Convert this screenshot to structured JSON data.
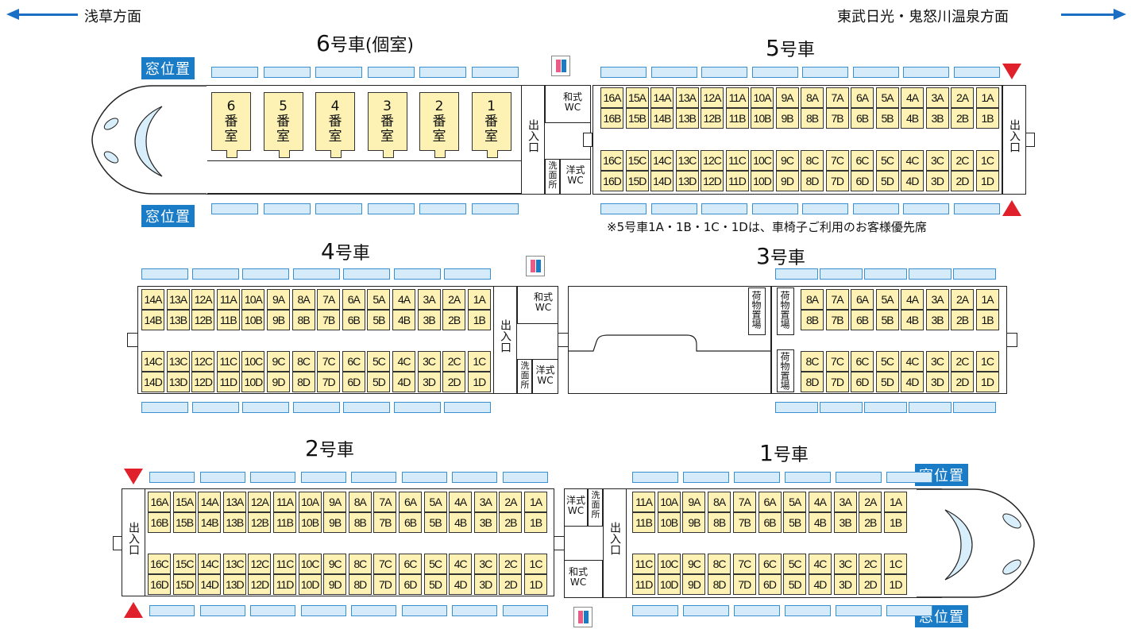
{
  "directions": {
    "left": "浅草方面",
    "right": "東武日光・鬼怒川温泉方面"
  },
  "window_label": "窓位置",
  "note": "※5号車1A・1B・1C・1Dは、車椅子ご利用のお客様優先席",
  "facilities": {
    "entrance": "出入口",
    "japanese_wc": [
      "和式",
      "WC"
    ],
    "western_wc": [
      "洋式",
      "WC"
    ],
    "washroom": "洗面所",
    "luggage": "荷物置場"
  },
  "colors": {
    "seat": "#fdf2b3",
    "window": "#d6ebf9",
    "badge": "#1a7cc6",
    "marker": "#e0202a",
    "arrow": "#1a6fc4"
  },
  "cars": {
    "car6": {
      "title_num": "6",
      "title_rest": "号車(個室)",
      "rooms": [
        "6番室",
        "5番室",
        "4番室",
        "3番室",
        "2番室",
        "1番室"
      ]
    },
    "car5": {
      "title_num": "5",
      "title_rest": "号車",
      "rows": [
        "16",
        "15",
        "14",
        "13",
        "12",
        "11",
        "10",
        "9",
        "8",
        "7",
        "6",
        "5",
        "4",
        "3",
        "2",
        "1"
      ]
    },
    "car4": {
      "title_num": "4",
      "title_rest": "号車",
      "rows": [
        "14",
        "13",
        "12",
        "11",
        "10",
        "9",
        "8",
        "7",
        "6",
        "5",
        "4",
        "3",
        "2",
        "1"
      ]
    },
    "car3": {
      "title_num": "3",
      "title_rest": "号車",
      "rows": [
        "8",
        "7",
        "6",
        "5",
        "4",
        "3",
        "2",
        "1"
      ]
    },
    "car2": {
      "title_num": "2",
      "title_rest": "号車",
      "rows": [
        "16",
        "15",
        "14",
        "13",
        "12",
        "11",
        "10",
        "9",
        "8",
        "7",
        "6",
        "5",
        "4",
        "3",
        "2",
        "1"
      ]
    },
    "car1": {
      "title_num": "1",
      "title_rest": "号車",
      "rows": [
        "11",
        "10",
        "9",
        "8",
        "7",
        "6",
        "5",
        "4",
        "3",
        "2",
        "1"
      ]
    }
  }
}
